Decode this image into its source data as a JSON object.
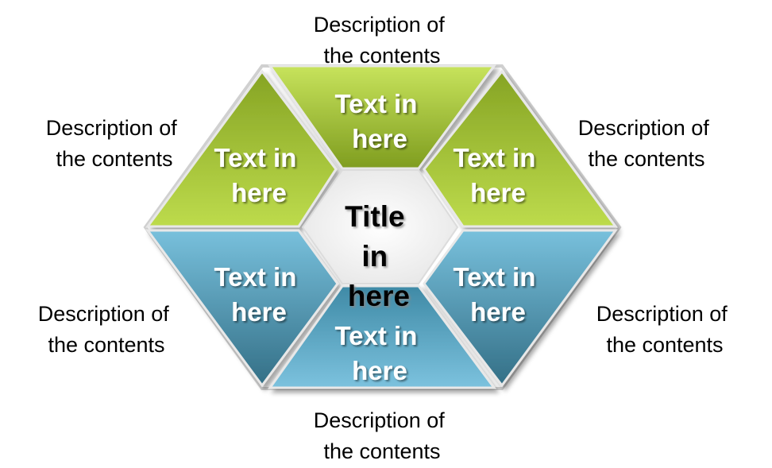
{
  "title": {
    "lines": [
      "Title",
      "in",
      "here"
    ]
  },
  "segments": [
    {
      "id": "top",
      "lines": [
        "Text in",
        "here"
      ],
      "theme": "green"
    },
    {
      "id": "upper-right",
      "lines": [
        "Text in",
        "here"
      ],
      "theme": "green"
    },
    {
      "id": "upper-left",
      "lines": [
        "Text in",
        "here"
      ],
      "theme": "green"
    },
    {
      "id": "lower-left",
      "lines": [
        "Text in",
        "here"
      ],
      "theme": "blue"
    },
    {
      "id": "lower-right",
      "lines": [
        "Text in",
        "here"
      ],
      "theme": "blue"
    },
    {
      "id": "bottom",
      "lines": [
        "Text in",
        "here"
      ],
      "theme": "blue"
    }
  ],
  "descriptions": [
    {
      "id": "top",
      "lines": [
        "Description of",
        "the contents"
      ]
    },
    {
      "id": "upper-left",
      "lines": [
        "Description of",
        "the contents"
      ]
    },
    {
      "id": "upper-right",
      "lines": [
        "Description of",
        "the contents"
      ]
    },
    {
      "id": "lower-left",
      "lines": [
        "Description of",
        "the contents"
      ]
    },
    {
      "id": "lower-right",
      "lines": [
        "Description of",
        "the contents"
      ]
    },
    {
      "id": "bottom",
      "lines": [
        "Description of",
        "the contents"
      ]
    }
  ],
  "colors": {
    "green_light": "#b9d84a",
    "green_dark": "#7c9a1c",
    "blue_light": "#74bcd8",
    "blue_dark": "#2f6f86",
    "center_fill": "#f4f4f4",
    "border": "#d9d9d9"
  }
}
